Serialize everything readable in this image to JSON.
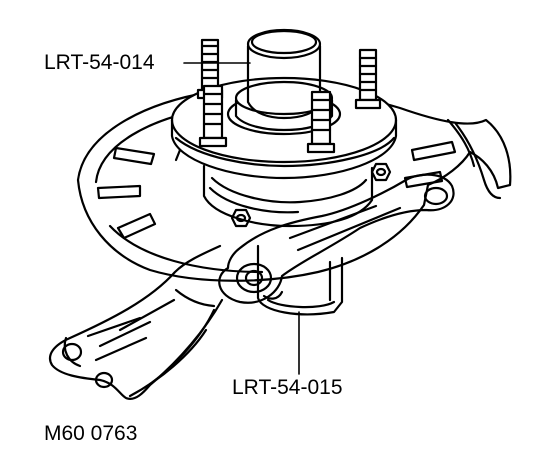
{
  "callouts": {
    "top_part_number": "LRT-54-014",
    "bottom_part_number": "LRT-54-015"
  },
  "figure_code": "M60 0763",
  "colors": {
    "ink": "#000000",
    "paper": "#ffffff"
  }
}
